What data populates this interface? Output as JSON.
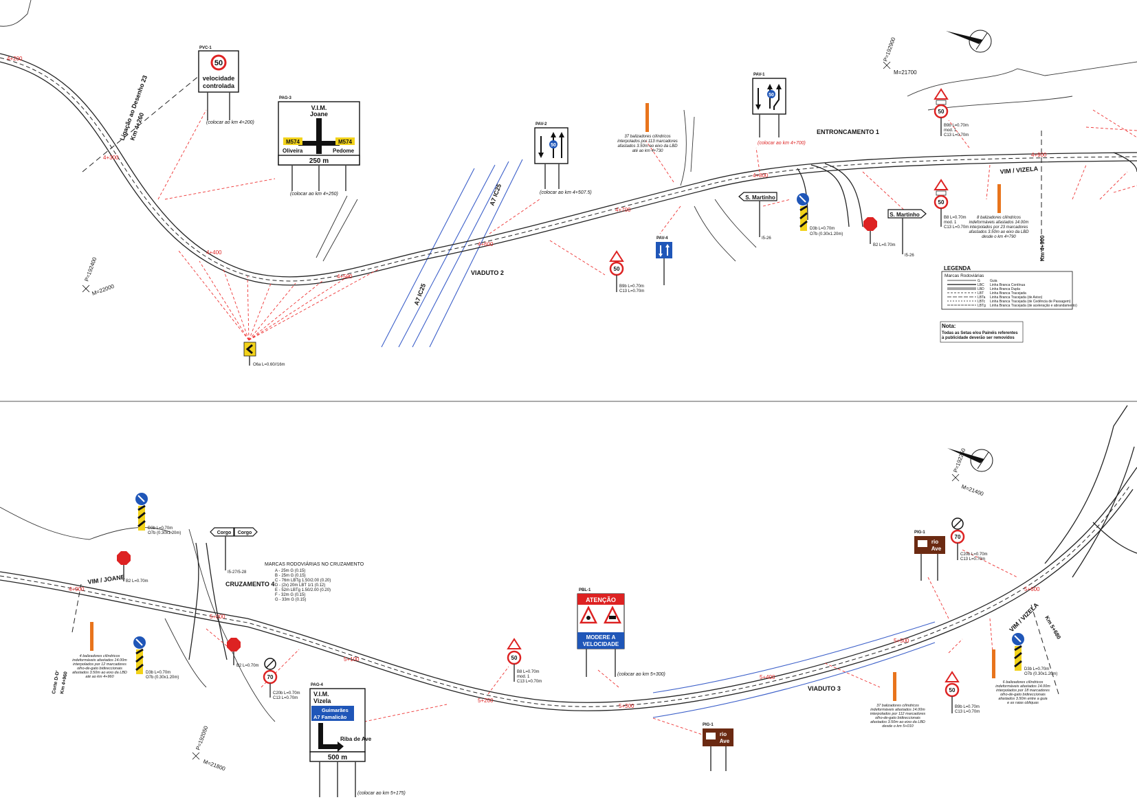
{
  "top": {
    "pvc1": {
      "code": "PVC-1",
      "speed": "50",
      "line1": "velocidade",
      "line2": "controlada",
      "note": "(colocar ao km 4+200)"
    },
    "pag3": {
      "code": "PAG-3",
      "title1": "V.I.M.",
      "title2": "Joane",
      "left_road": "M574",
      "left_place": "Oliveira",
      "right_road": "M574",
      "right_place": "Pedome",
      "distance": "250 m",
      "note": "(colocar ao km 4+250)"
    },
    "pav2": {
      "code": "PAV-2",
      "speed": "50",
      "note": "(colocar ao km 4+507.5)"
    },
    "pav1": {
      "code": "PAV-1",
      "speed": "50",
      "note": "(colocar ao km 4+700)"
    },
    "pav4": {
      "code": "PAV-4"
    },
    "delin1": {
      "l1": "37 balizadores cilíndricos",
      "l2": "interpolados por 113 marcadores",
      "l3": "afastados 3.50m ao eixo da LBD",
      "l4": "até ao km 4+730"
    },
    "delin2": {
      "l1": "8 balizadores cilíndricos",
      "l2": "indeformáveis afastados 14.00m",
      "l3": "interpolados por 23 marcadores",
      "l4": "afastados 3.50m ao eixo da LBD",
      "l5": "desde o km 4+790"
    },
    "labels": {
      "link": "Ligação ao Desenho 23",
      "km_link": "Km 4+260",
      "entroncamento": "ENTRONCAMENTO 1",
      "viaduto2": "VIADUTO 2",
      "a7_upper": "A7 IC25",
      "a7_lower": "A7 IC25",
      "to_vizela": "VIM / VIZELA",
      "s_martinho_1": "S. Martinho",
      "s_martinho_2": "S. Martinho",
      "km_right": "Km 4+900",
      "coord_p1": "P=192900",
      "coord_m1": "M=21700",
      "coord_p2": "P=192400",
      "coord_m2": "M=22000",
      "b26a": "I5-26",
      "b26b": "I5-26"
    },
    "sign_notes": {
      "speed50a": "B9b L=0.70m",
      "speed50a2": "C13 L=0.70m",
      "d3b": "D3b L=0.70m",
      "o7b": "O7b (0.30x1.20m)",
      "stop": "B2 L=0.70m",
      "chevron": "O6a L=0.60//16m",
      "right_a1": "B9b L=0.70m",
      "right_a2": "mod. 1",
      "right_a3": "C13 L=0.70m",
      "right_b1": "B8 L=0.70m",
      "right_b2": "mod. 1",
      "right_b3": "C13 L=0.70m"
    },
    "km_marks": [
      "4+200",
      "4+300",
      "4+400",
      "4+500",
      "4+600",
      "4+700",
      "4+800",
      "4+900"
    ],
    "legend": {
      "title": "LEGENDA",
      "subtitle": "Marcas Rodoviárias",
      "items": [
        {
          "code": "G",
          "desc": "Guia"
        },
        {
          "code": "LBC",
          "desc": "Linha Branca Contínua"
        },
        {
          "code": "LBD",
          "desc": "Linha Branca Dupla"
        },
        {
          "code": "LBT",
          "desc": "Linha Branca Tracejada"
        },
        {
          "code": "LBTa",
          "desc": "Linha Branca Tracejada (de Aviso)"
        },
        {
          "code": "LBTc",
          "desc": "Linha Branca Tracejada (de Cedência de Passagem)"
        },
        {
          "code": "LBTg",
          "desc": "Linha Branca Tracejada (de aceleração e abrandamento)"
        }
      ]
    },
    "nota": {
      "title": "Nota:",
      "l1": "Todas as Setas e/ou Painéis referentes",
      "l2": "à publicidade deverão ser removidos"
    }
  },
  "bottom": {
    "pag4": {
      "code": "PAG-4",
      "title1": "V.I.M.",
      "title2": "Vizela",
      "dest1": "Guimarães",
      "dest2": "A7 Famalicão",
      "place": "Riba de Ave",
      "distance": "500 m",
      "note": "(colocar ao km 5+175)"
    },
    "pbl1": {
      "code": "PBL-1",
      "header": "ATENÇÃO",
      "l1": "MODERE A",
      "l2": "VELOCIDADE",
      "note": "(colocar ao km 5+300)"
    },
    "pig1a": {
      "code": "PIG-1",
      "l1": "rio",
      "l2": "Ave"
    },
    "pig1b": {
      "code": "PIG-1",
      "l1": "rio",
      "l2": "Ave"
    },
    "corgo": {
      "left": "Corgo",
      "right": "Corgo",
      "code": "I5-27/5-28"
    },
    "cruzamento": "CRUZAMENTO 4",
    "viaduto3": "VIADUTO 3",
    "to_joane": "VIM / JOANE",
    "to_vizela": "VIM / VIZELA",
    "km_b1": "Km 5+680",
    "corte": "Corte D-D'",
    "km_corte": "Km 4+960",
    "coord_p1": "P=192250",
    "coord_m1": "M=21400",
    "coord_p2": "P=192050",
    "coord_m2": "M=21800",
    "markings": {
      "title": "MARCAS RODOVIÁRIAS NO CRUZAMENTO",
      "items": [
        "A - 25m G (0.15)",
        "B - 25m G (0.15)",
        "C - 76m LBTg 1.50/2.00 (0.20)",
        "D - (2x) 20m LBT 1/1 (0.12)",
        "E - 52m LBTg 1.50/2.00 (0.20)",
        "F - 32m G (0.15)",
        "G - 33m G (0.15)"
      ]
    },
    "delin_l": {
      "l1": "4 balizadores cilíndricos",
      "l2": "indeformáveis afastados 14.00m",
      "l3": "interpolados por 12 marcadores",
      "l4": "olho-de-gato bidireccionais",
      "l5": "afastados 3.50m ao eixo da LBD",
      "l6": "até ao km 4+960"
    },
    "delin_m": {
      "l1": "37 balizadores cilíndricos",
      "l2": "indeformáveis afastados 14.00m",
      "l3": "interpolados por 112 marcadores",
      "l4": "olho-de-gato bidireccionais",
      "l5": "afastados 3.50m ao eixo da LBD",
      "l6": "desde o km 5+010"
    },
    "delin_r": {
      "l1": "6 balizadores cilíndricos",
      "l2": "indeformáveis afastados 14.00m",
      "l3": "interpolados por 18 marcadores",
      "l4": "olho-de-gato bidireccionais",
      "l5": "afastados 3.50m entre a guia",
      "l6": "e as raias obliquas"
    },
    "sign_notes": {
      "d3b_a": "D3b L=0.70m",
      "o7b_a": "O7b (0.30x1.20m)",
      "stop_a": "B2 L=0.70m",
      "d3b_b": "D3b L=0.70m",
      "o7b_b": "O7b (0.30x1.20m)",
      "stop_b": "B2 L=0.70m",
      "c20_a": "C20b L=0.70m",
      "c13_a": "C13 L=0.70m",
      "b8_1": "B8 L=0.70m",
      "b8_2": "mod. 1",
      "b8_3": "C13 L=0.70m",
      "c20_b": "C20b L=0.70m",
      "c13_b": "C13 L=0.70m",
      "d3b_c": "D3b L=0.70m",
      "o7b_c": "O7b (0.30x1.20m)",
      "b9_1": "B9b L=0.70m",
      "b9_2": "C13 L=0.70m"
    },
    "km_marks": [
      "4+900",
      "5+000",
      "5+100",
      "5+200",
      "5+300",
      "5+400",
      "5+500",
      "5+600"
    ],
    "speed": "50",
    "speed70": "70"
  },
  "colors": {
    "road": "#222222",
    "red": "#dd2222",
    "blue": "#1f56b8",
    "yellow": "#f2d21a",
    "brown": "#6b2a12",
    "orange": "#e8741c"
  }
}
